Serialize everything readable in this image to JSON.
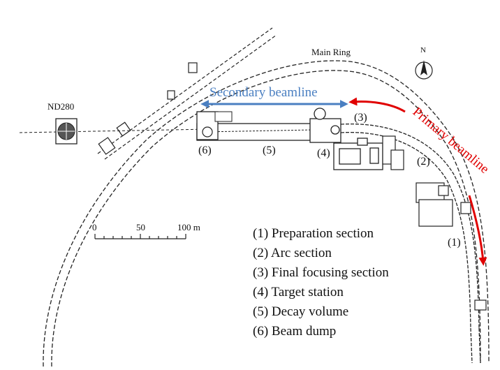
{
  "labels": {
    "main_ring": "Main Ring",
    "north": "N",
    "nd280": "ND280",
    "secondary_beamline": "Secondary beamline",
    "primary_beamline": "Primary beamline"
  },
  "section_markers": [
    "(1)",
    "(2)",
    "(3)",
    "(4)",
    "(5)",
    "(6)"
  ],
  "scale_bar": {
    "ticks": [
      "0",
      "50",
      "100 m"
    ]
  },
  "legend": [
    "(1)  Preparation section",
    "(2)  Arc section",
    "(3)  Final focusing section",
    "(4)  Target station",
    "(5)  Decay volume",
    "(6)  Beam dump"
  ],
  "colors": {
    "secondary_beamline": "#4a7fc1",
    "primary_beamline": "#e00000",
    "structure": "#222222"
  }
}
